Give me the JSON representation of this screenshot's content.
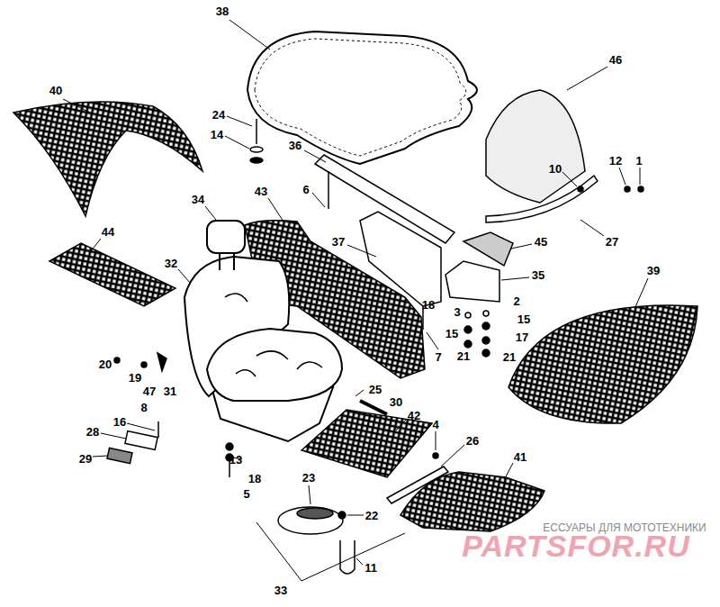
{
  "diagram": {
    "labels": [
      "38",
      "46",
      "40",
      "24",
      "14",
      "36",
      "6",
      "10",
      "12",
      "1",
      "34",
      "43",
      "27",
      "44",
      "37",
      "45",
      "32",
      "35",
      "39",
      "18",
      "2",
      "3",
      "15",
      "15",
      "17",
      "21",
      "21",
      "7",
      "20",
      "19",
      "47",
      "31",
      "25",
      "30",
      "8",
      "42",
      "16",
      "4",
      "28",
      "13",
      "26",
      "29",
      "18",
      "5",
      "23",
      "41",
      "22",
      "11",
      "33",
      "ЕССУАРЫ ДЛЯ МОТОТЕХНИКИ",
      "PARTSFOR.RU"
    ]
  }
}
